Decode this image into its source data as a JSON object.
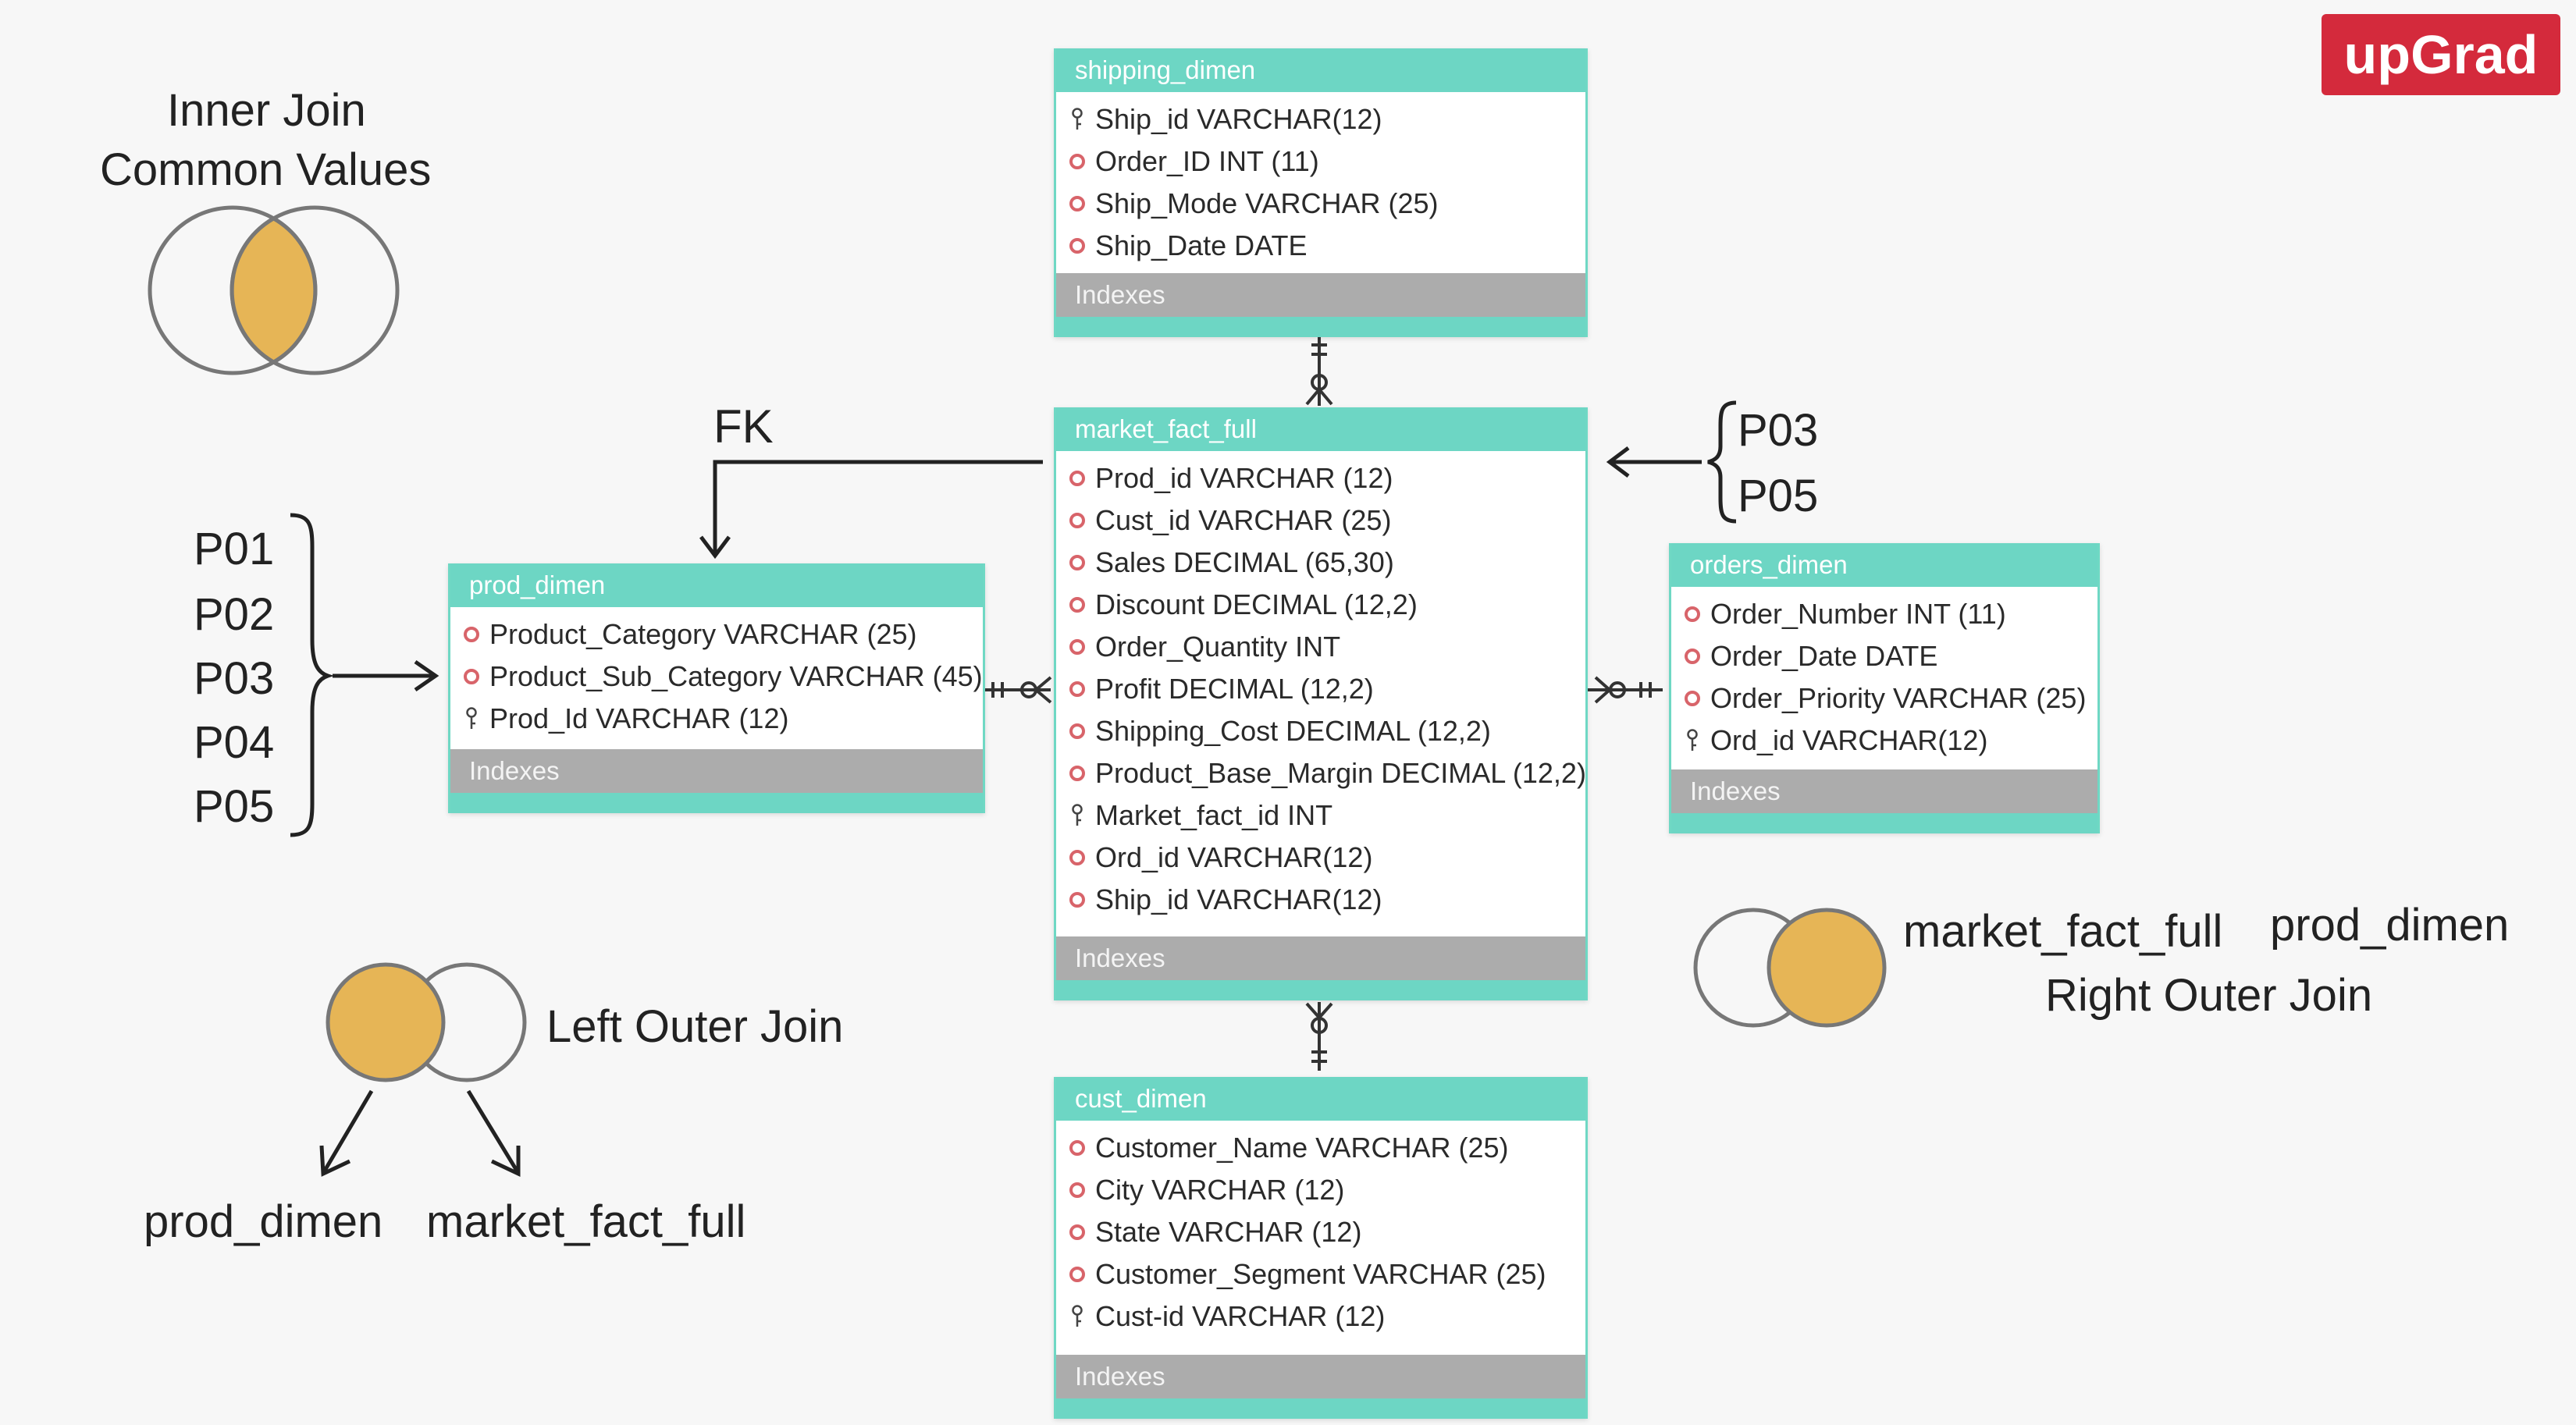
{
  "brand": {
    "logo_text": "upGrad",
    "accent": "#d42a3c",
    "table_header": "#6dd6c4",
    "venn_fill": "#e6b556"
  },
  "tables": {
    "shipping_dimen": {
      "name": "shipping_dimen",
      "columns": [
        {
          "key": true,
          "text": "Ship_id VARCHAR(12)"
        },
        {
          "key": false,
          "text": "Order_ID INT (11)"
        },
        {
          "key": false,
          "text": "Ship_Mode VARCHAR (25)"
        },
        {
          "key": false,
          "text": "Ship_Date DATE"
        }
      ],
      "indexes": "Indexes"
    },
    "market_fact_full": {
      "name": "market_fact_full",
      "columns": [
        {
          "key": false,
          "text": "Prod_id VARCHAR (12)"
        },
        {
          "key": false,
          "text": "Cust_id VARCHAR (25)"
        },
        {
          "key": false,
          "text": "Sales DECIMAL (65,30)"
        },
        {
          "key": false,
          "text": "Discount DECIMAL (12,2)"
        },
        {
          "key": false,
          "text": "Order_Quantity INT"
        },
        {
          "key": false,
          "text": "Profit DECIMAL (12,2)"
        },
        {
          "key": false,
          "text": "Shipping_Cost DECIMAL (12,2)"
        },
        {
          "key": false,
          "text": "Product_Base_Margin DECIMAL (12,2)"
        },
        {
          "key": true,
          "text": "Market_fact_id INT"
        },
        {
          "key": false,
          "text": "Ord_id VARCHAR(12)"
        },
        {
          "key": false,
          "text": "Ship_id VARCHAR(12)"
        }
      ],
      "indexes": "Indexes"
    },
    "prod_dimen": {
      "name": "prod_dimen",
      "columns": [
        {
          "key": false,
          "text": "Product_Category VARCHAR (25)"
        },
        {
          "key": false,
          "text": "Product_Sub_Category VARCHAR (45)"
        },
        {
          "key": true,
          "text": "Prod_Id VARCHAR (12)"
        }
      ],
      "indexes": "Indexes"
    },
    "orders_dimen": {
      "name": "orders_dimen",
      "columns": [
        {
          "key": false,
          "text": "Order_Number INT (11)"
        },
        {
          "key": false,
          "text": "Order_Date DATE"
        },
        {
          "key": false,
          "text": "Order_Priority VARCHAR (25)"
        },
        {
          "key": true,
          "text": "Ord_id VARCHAR(12)"
        }
      ],
      "indexes": "Indexes"
    },
    "cust_dimen": {
      "name": "cust_dimen",
      "columns": [
        {
          "key": false,
          "text": "Customer_Name VARCHAR (25)"
        },
        {
          "key": false,
          "text": "City VARCHAR (12)"
        },
        {
          "key": false,
          "text": "State VARCHAR (12)"
        },
        {
          "key": false,
          "text": "Customer_Segment VARCHAR (25)"
        },
        {
          "key": true,
          "text": "Cust-id VARCHAR (12)"
        }
      ],
      "indexes": "Indexes"
    }
  },
  "annotations": {
    "inner_join_line1": "Inner Join",
    "inner_join_line2": "Common Values",
    "fk_label": "FK",
    "left_group": [
      "P01",
      "P02",
      "P03",
      "P04",
      "P05"
    ],
    "right_group": [
      "P03",
      "P05"
    ],
    "left_outer_join": "Left Outer Join",
    "left_join_left_table": "prod_dimen",
    "left_join_right_table": "market_fact_full",
    "right_join_left_table": "market_fact_full",
    "right_join_right_table": "prod_dimen",
    "right_outer_join": "Right Outer Join"
  }
}
